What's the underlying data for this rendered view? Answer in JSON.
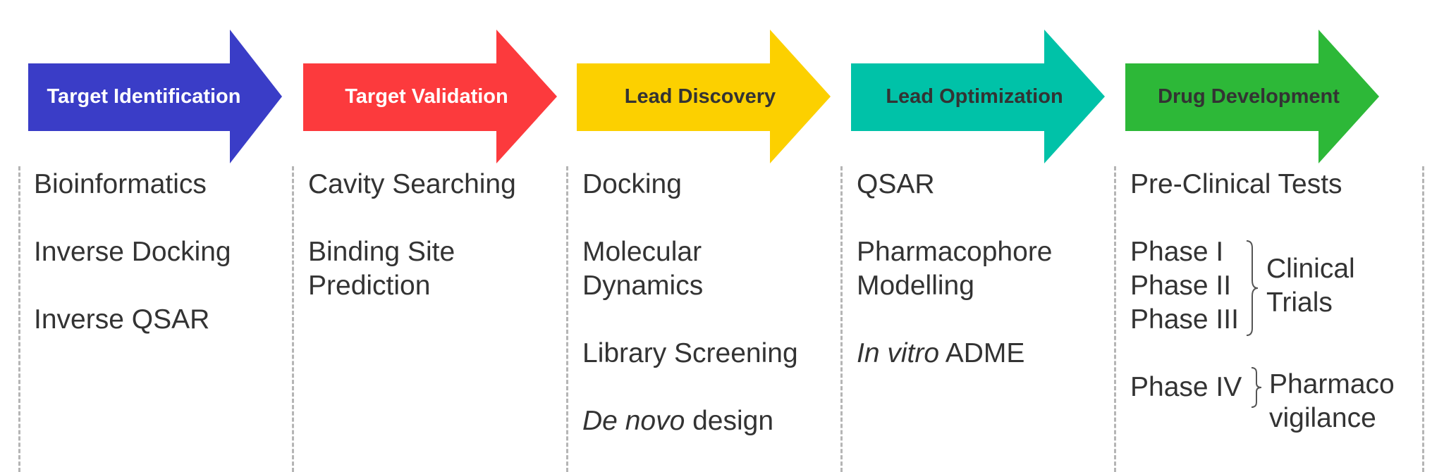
{
  "stages": [
    {
      "label": "Target Identification",
      "color": "#3a3dc7",
      "text_color": "#ffffff",
      "items": [
        {
          "lines": [
            "Bioinformatics"
          ]
        },
        {
          "lines": [
            "Inverse Docking"
          ]
        },
        {
          "lines": [
            "Inverse QSAR"
          ]
        }
      ]
    },
    {
      "label": "Target Validation",
      "color": "#fc3a3d",
      "text_color": "#ffffff",
      "items": [
        {
          "lines": [
            "Cavity Searching"
          ]
        },
        {
          "lines": [
            "Binding Site",
            "Prediction"
          ]
        }
      ]
    },
    {
      "label": "Lead Discovery",
      "color": "#fcd000",
      "text_color": "#333333",
      "items": [
        {
          "lines": [
            "Docking"
          ]
        },
        {
          "lines": [
            "Molecular",
            "Dynamics"
          ]
        },
        {
          "lines": [
            "Library Screening"
          ]
        },
        {
          "italic": "De novo",
          "rest": " design"
        }
      ]
    },
    {
      "label": "Lead Optimization",
      "color": "#00c2a8",
      "text_color": "#333333",
      "items": [
        {
          "lines": [
            "QSAR"
          ]
        },
        {
          "lines": [
            "Pharmacophore",
            "Modelling"
          ]
        },
        {
          "italic": "In vitro",
          "rest": " ADME"
        }
      ]
    },
    {
      "label": "Drug Development",
      "color": "#2db838",
      "text_color": "#333333",
      "items": [
        {
          "lines": [
            "Pre-Clinical Tests"
          ]
        }
      ],
      "phases": [
        "Phase I",
        "Phase II",
        "Phase III"
      ],
      "clinical_group": [
        "Clinical",
        "Trials"
      ],
      "phase4": "Phase IV",
      "pharmaco_group": [
        "Pharmaco",
        "vigilance"
      ]
    }
  ]
}
